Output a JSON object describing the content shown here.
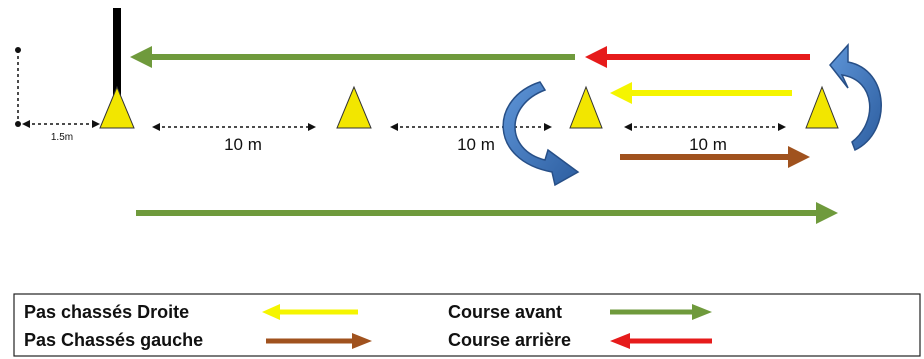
{
  "distances": {
    "start_gap": "1.5m",
    "seg1": "10 m",
    "seg2": "10 m",
    "seg3": "10 m"
  },
  "legend": {
    "items": [
      {
        "label": "Pas chassés Droite",
        "color": "#f5f500",
        "direction": "left"
      },
      {
        "label": "Pas Chassés gauche",
        "color": "#a0521e",
        "direction": "right"
      },
      {
        "label": "Course avant",
        "color": "#6f9a3c",
        "direction": "right"
      },
      {
        "label": "Course arrière",
        "color": "#e61b1b",
        "direction": "left"
      }
    ]
  },
  "colors": {
    "cone": "#f2e600",
    "turn_arrow": "#3f78c0",
    "pole": "#000000"
  }
}
